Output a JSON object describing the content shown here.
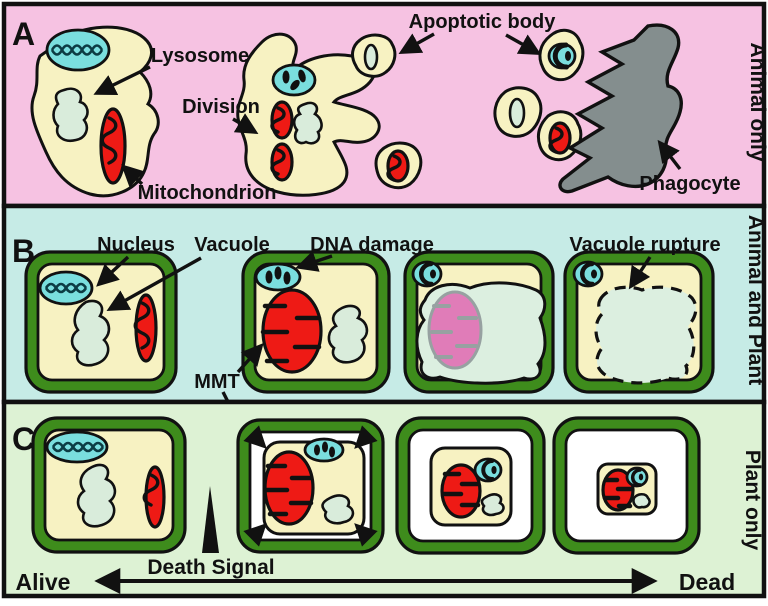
{
  "fig": {
    "panels": {
      "a": {
        "letter": "A",
        "side_label": "Animal only",
        "labels": {
          "lysosome": "Lysosome",
          "division": "Division",
          "mitochondrion": "Mitochondrion",
          "apoptotic_body": "Apoptotic body",
          "phagocyte": "Phagocyte"
        }
      },
      "b": {
        "letter": "B",
        "side_label": "Animal and Plant",
        "labels": {
          "nucleus": "Nucleus",
          "vacuole": "Vacuole",
          "dna_damage": "DNA damage",
          "mmt": "MMT",
          "vacuole_rupture": "Vacuole rupture"
        }
      },
      "c": {
        "letter": "C",
        "side_label": "Plant only",
        "labels": {
          "death_signal": "Death Signal",
          "alive": "Alive",
          "dead": "Dead"
        }
      }
    },
    "colors": {
      "panel_a_background": "#f6c2e2",
      "panel_b_background": "#c6ebe6",
      "panel_c_background": "#ddf2d4",
      "cytoplasm_cream": "#f7f2c2",
      "cell_wall_green": "#3e8c1c",
      "nucleus_cyan": "#7adede",
      "organelle_mint": "#d9ecdb",
      "mitochondrion_red": "#ee1a15",
      "faded_mitochondrion_pink": "#e07cb8",
      "phagocyte_gray": "#848e8e",
      "outline_black": "#111111"
    }
  }
}
